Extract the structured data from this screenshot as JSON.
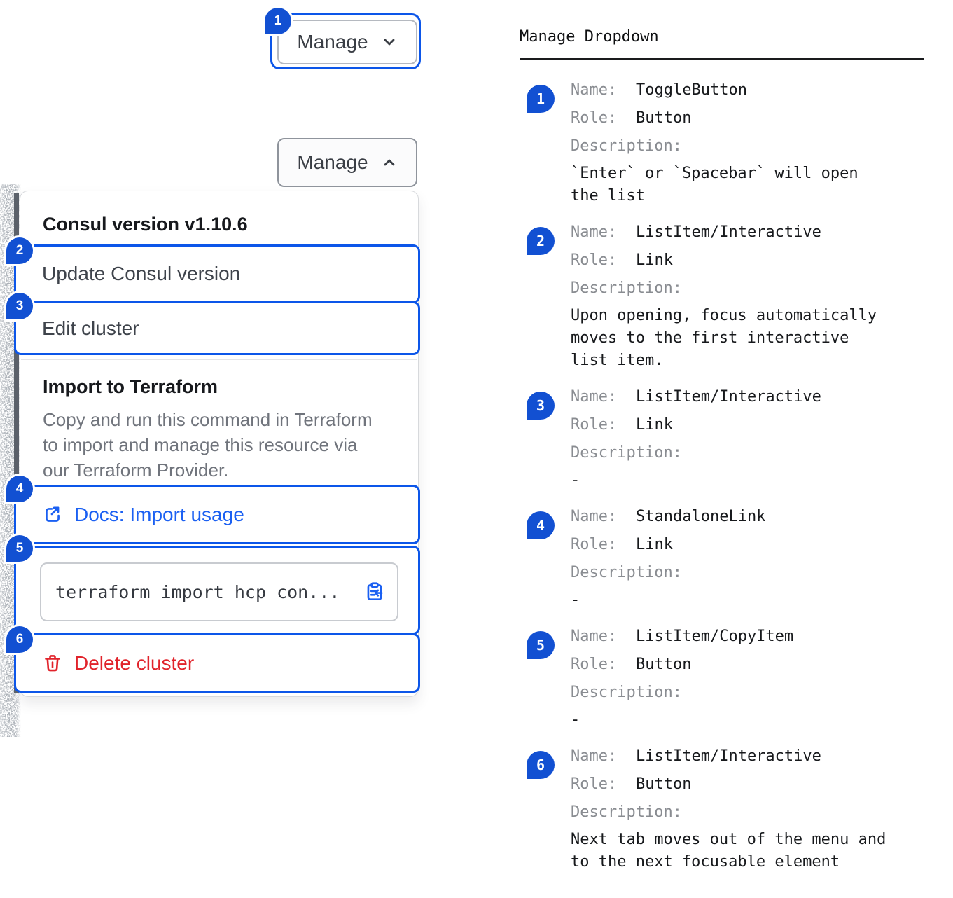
{
  "colors": {
    "accent_blue": "#0c56e9",
    "badge_blue": "#1250d2",
    "link_blue": "#1b60f2",
    "danger_red": "#e1232b"
  },
  "toggle_closed": {
    "label": "Manage"
  },
  "toggle_open": {
    "label": "Manage"
  },
  "dropdown": {
    "version_header": "Consul version v1.10.6",
    "update_item": "Update Consul version",
    "edit_item": "Edit cluster",
    "import_header": "Import to Terraform",
    "import_description": "Copy and run this command in Terraform\nto import and manage this resource via\nour Terraform Provider.",
    "docs_link": "Docs: Import usage",
    "copy_command": "terraform import hcp_con...",
    "delete_item": "Delete cluster"
  },
  "legend": {
    "title": "Manage Dropdown",
    "labels": {
      "name": "Name:",
      "role": "Role:",
      "description": "Description:"
    },
    "entries": [
      {
        "num": "1",
        "name": "ToggleButton",
        "role": "Button",
        "description": "`Enter` or `Spacebar` will open\nthe list"
      },
      {
        "num": "2",
        "name": "ListItem/Interactive",
        "role": "Link",
        "description": "Upon opening, focus automatically\nmoves to the first interactive\nlist item."
      },
      {
        "num": "3",
        "name": "ListItem/Interactive",
        "role": "Link",
        "description": "-"
      },
      {
        "num": "4",
        "name": "StandaloneLink",
        "role": "Link",
        "description": "-"
      },
      {
        "num": "5",
        "name": "ListItem/CopyItem",
        "role": "Button",
        "description": "-"
      },
      {
        "num": "6",
        "name": "ListItem/Interactive",
        "role": "Button",
        "description": "Next tab moves out of the menu and\nto the next focusable element"
      }
    ]
  }
}
